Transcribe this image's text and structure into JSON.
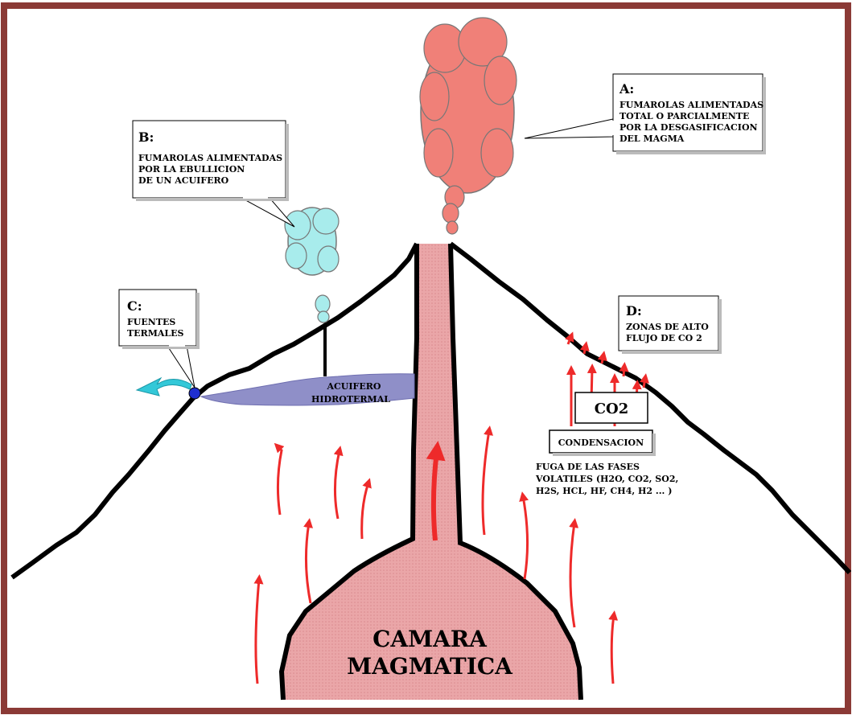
{
  "colors": {
    "border": "#8b3a36",
    "magma": "#e8a3a6",
    "plume_magmatic": "#f08078",
    "plume_aquifer": "#a8ecec",
    "aquifer": "#8f8fc8",
    "arrow": "#ee2a2a",
    "spring_dot": "#1f2fd0",
    "spring_arrow": "#33c8d8"
  },
  "callouts": {
    "A": {
      "title": "A:",
      "lines": [
        "FUMAROLAS ALIMENTADAS",
        "TOTAL O PARCIALMENTE",
        "POR LA DESGASIFICACION",
        "DEL MAGMA"
      ]
    },
    "B": {
      "title": "B:",
      "lines": [
        "FUMAROLAS ALIMENTADAS",
        "POR LA EBULLICION",
        "DE UN ACUIFERO"
      ]
    },
    "C": {
      "title": "C:",
      "lines": [
        "FUENTES",
        "TERMALES"
      ]
    },
    "D": {
      "title": "D:",
      "lines": [
        "ZONAS DE ALTO",
        "FLUJO DE CO 2"
      ]
    }
  },
  "labels": {
    "aquifer": [
      "ACUIFERO",
      "HIDROTERMAL"
    ],
    "co2_box": "CO2",
    "condensation_box": "CONDENSACION",
    "volatiles": [
      "FUGA DE LAS FASES",
      "VOLATILES (H2O, CO2, SO2,",
      "H2S, HCL, HF, CH4, H2 ... )"
    ],
    "chamber": [
      "CAMARA",
      "MAGMATICA"
    ]
  }
}
